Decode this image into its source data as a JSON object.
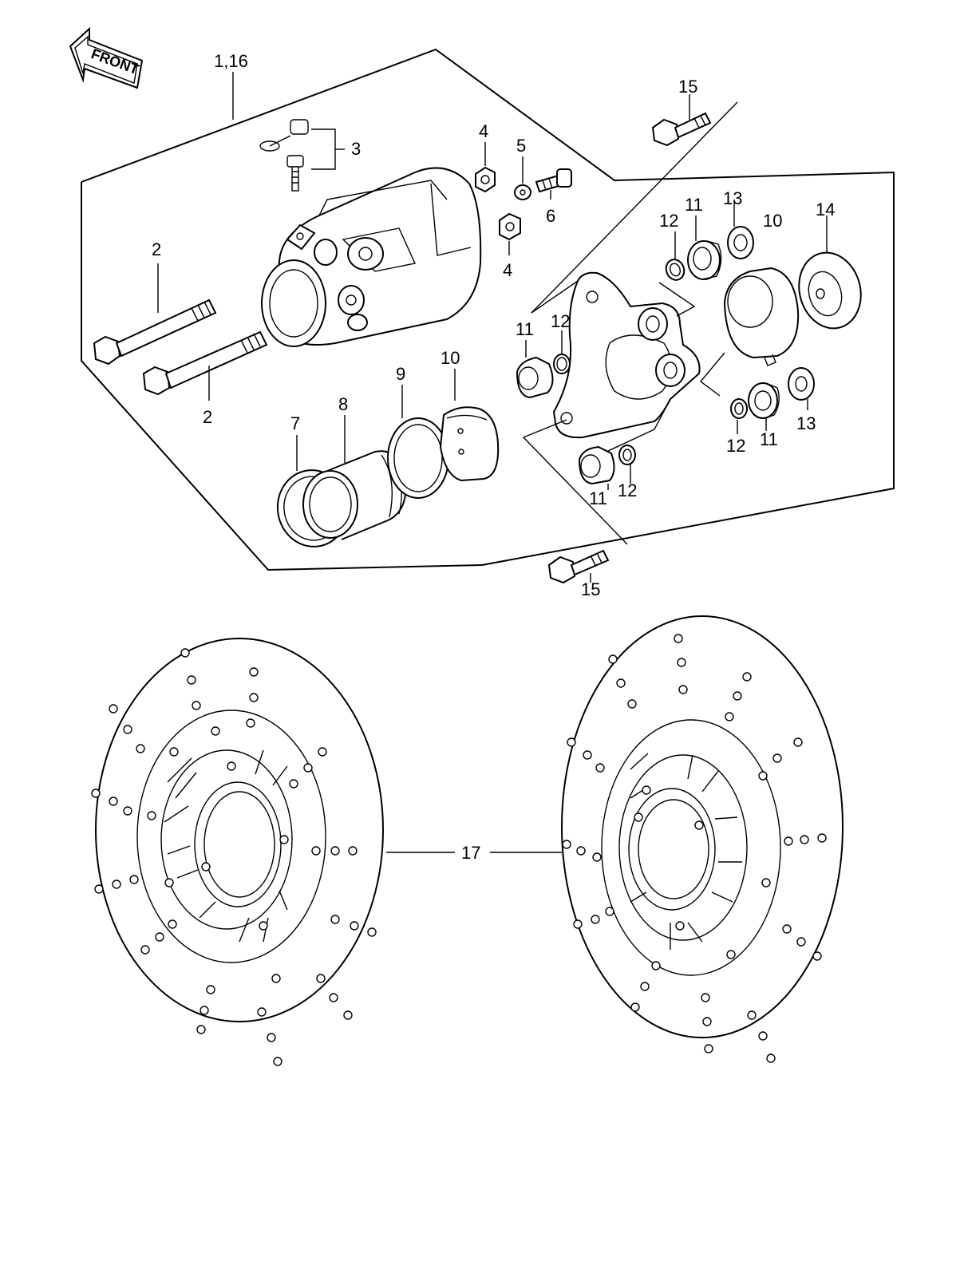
{
  "front_label": "FRONT",
  "callouts": {
    "c1_16": "1,16",
    "c2a": "2",
    "c2b": "2",
    "c3": "3",
    "c4a": "4",
    "c4b": "4",
    "c5": "5",
    "c6": "6",
    "c7": "7",
    "c8": "8",
    "c9": "9",
    "c10a": "10",
    "c10b": "10",
    "c11a": "11",
    "c11b": "11",
    "c11c": "11",
    "c11d": "11",
    "c12a": "12",
    "c12b": "12",
    "c12c": "12",
    "c12d": "12",
    "c13a": "13",
    "c13b": "13",
    "c14": "14",
    "c15a": "15",
    "c15b": "15",
    "c17": "17"
  }
}
